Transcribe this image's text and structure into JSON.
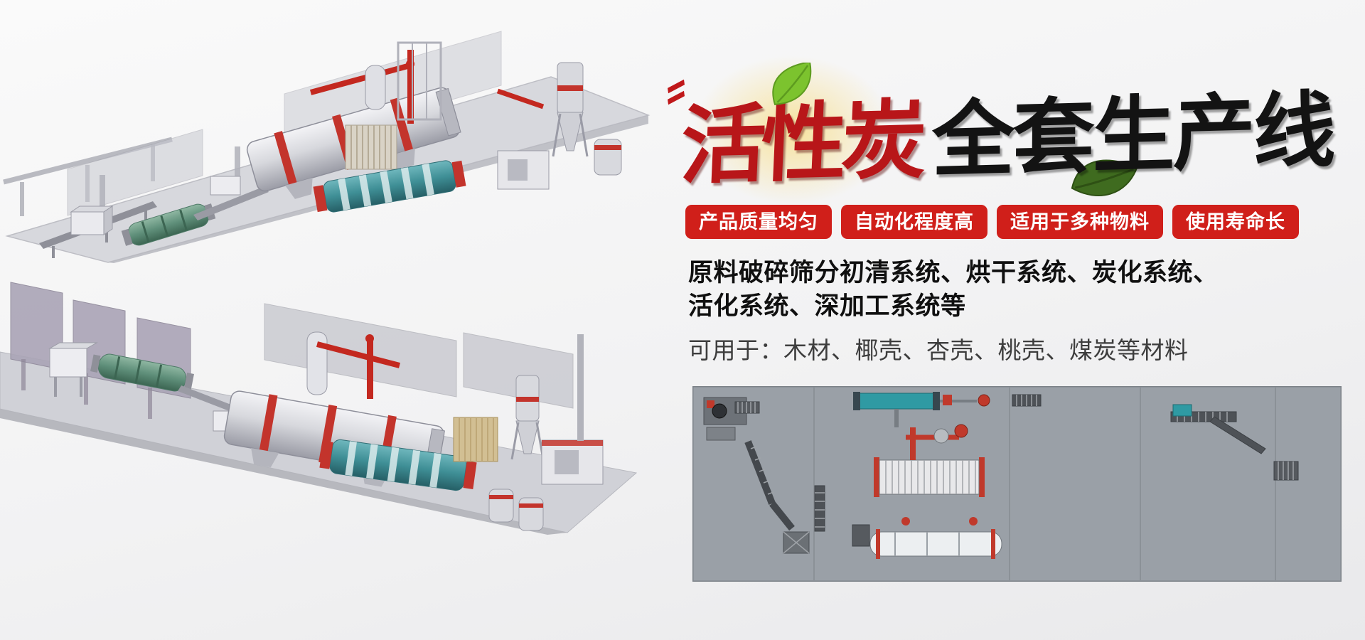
{
  "hero": {
    "title": {
      "red": "活性炭",
      "black": "全套生产线"
    },
    "badges": [
      "产品质量均匀",
      "自动化程度高",
      "适用于多种物料",
      "使用寿命长"
    ],
    "description": {
      "line1": "原料破碎筛分初清系统、烘干系统、炭化系统、",
      "line2": "活化系统、深加工系统等",
      "line3": "可用于：木材、椰壳、杏壳、桃壳、煤炭等材料"
    },
    "colors": {
      "badge_red": "#d01f1a",
      "title_red": "#b81619",
      "title_black": "#131313",
      "leaf_green": "#7cc32e",
      "machine_red": "#c3281f",
      "machine_teal": "#3f8f96",
      "schematic_gray": "#9aa0a7"
    }
  },
  "illustrations": {
    "top_render": "3d-production-line-render-top",
    "bottom_render": "3d-production-line-render-bottom",
    "schematic": "production-line-plan-schematic"
  }
}
